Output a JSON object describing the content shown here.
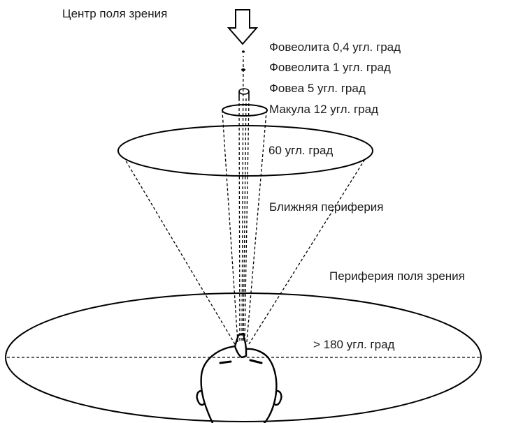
{
  "labels": {
    "center": "Центр поля зрения",
    "foveola_04": "Фовеолита 0,4 угл. град",
    "foveola_1": "Фовеолита 1 угл. град",
    "fovea_5": "Фовеа 5 угл. град",
    "macula_12": "Макула 12 угл. град",
    "deg_60": "60 угл. град",
    "near_periphery": "Ближняя периферия",
    "periphery": "Периферия поля зрения",
    "deg_180": "> 180 угл. град"
  },
  "colors": {
    "stroke": "#000000",
    "text": "#1a1a1a",
    "background": "#ffffff"
  },
  "icons": {
    "center_marker": "down-arrow-icon",
    "observer": "head-icon"
  }
}
